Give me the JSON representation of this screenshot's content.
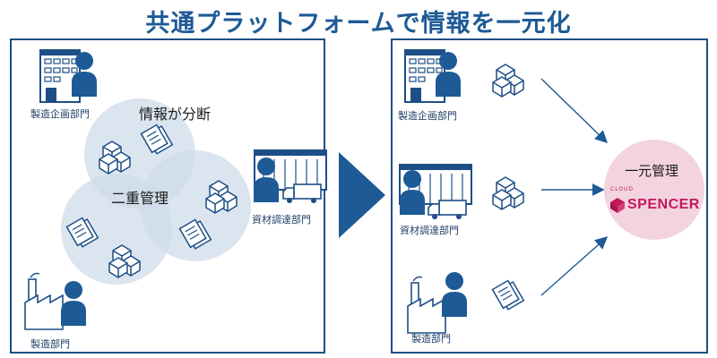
{
  "title": "共通プラットフォームで情報を一元化",
  "left": {
    "depts": {
      "planning": "製造企画部門",
      "procurement": "資材調達部門",
      "manufacturing": "製造部門"
    },
    "circle_labels": {
      "scattered": "情報が分断",
      "double": "二重管理"
    }
  },
  "right": {
    "depts": {
      "planning": "製造企画部門",
      "procurement": "資材調達部門",
      "manufacturing": "製造部門"
    },
    "hub_title": "一元管理",
    "logo": {
      "small": "CLOUD",
      "main": "SPENCER"
    }
  },
  "colors": {
    "primary": "#1d5a96",
    "circle": "#cfdce9",
    "hub": "#f3d3df",
    "logo": "#c2185b"
  },
  "icons": [
    "building-icon",
    "person-icon",
    "warehouse-icon",
    "truck-icon",
    "factory-icon",
    "boxes-icon",
    "documents-icon",
    "arrow-right-icon"
  ]
}
